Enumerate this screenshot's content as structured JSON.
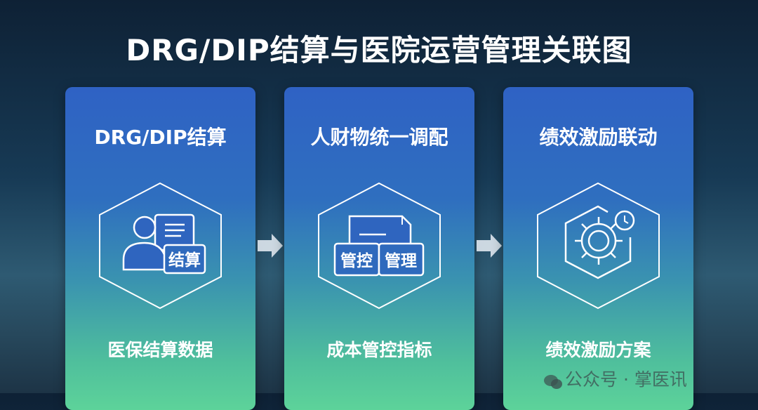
{
  "title": "DRG/DIP结算与医院运营管理关联图",
  "cards": [
    {
      "heading": "DRG/DIP结算",
      "icon": "user-document-settlement-icon",
      "badge": "结算",
      "footer": "医保结算数据"
    },
    {
      "heading": "人财物统一调配",
      "icon": "folder-control-management-icon",
      "badges": [
        "管控",
        "管理"
      ],
      "footer": "成本管控指标"
    },
    {
      "heading": "绩效激励联动",
      "icon": "gear-clock-icon",
      "footer": "绩效激励方案"
    }
  ],
  "watermark": "公众号 · 掌医讯",
  "colors": {
    "card_top": "#2f62c4",
    "card_bottom": "#5dd39a",
    "background": "#173a55"
  }
}
